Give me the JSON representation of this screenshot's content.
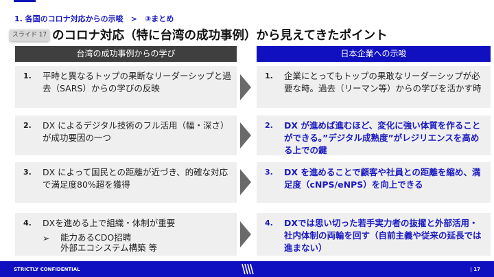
{
  "breadcrumb": "1. 各国のコロナ対応からの示唆　>　③まとめ",
  "title": "のコロナ対応（特に台湾の成功事例）から見えてきたポイント",
  "slide_badge": "スライド 17",
  "left_header": "台湾の成功事例からの学び",
  "right_header": "日本企業への示唆",
  "left": [
    {
      "num": "1.",
      "text": "平時と異なるトップの果断なリーダーシップと過去（SARS）からの学びの反映"
    },
    {
      "num": "2.",
      "text": "DX によるデジタル技術のフル活用（幅・深さ）が成功要因の一つ"
    },
    {
      "num": "3.",
      "text": "DX によって国民との距離が近づき、的確な対応で満足度80%超を獲得"
    },
    {
      "num": "4.",
      "text": "DXを進める上で組織・体制が重要",
      "sub_bullet": "➢",
      "sub_text": "能力あるCDO招聘\n外部エコシステム構築 等"
    }
  ],
  "right": [
    {
      "num": "1.",
      "text": "企業にとってもトップの果敢なリーダーシップが必要な時。過去（リーマン等）からの学びを活かす時"
    },
    {
      "num": "2.",
      "text": "DX が進めば進むほど、変化に強い体質を作ることができる。”デジタル成熟度”がレジリエンスを高める上での鍵"
    },
    {
      "num": "3.",
      "text": "DX を進めることで顧客や社員との距離を縮め、満足度（cNPS/eNPS）を向上できる"
    },
    {
      "num": "4.",
      "text": "DXでは思い切った若手実力者の抜擢と外部活用・社内体制の両輪を回す（自前主義や従来の延長では進まない）"
    }
  ],
  "footer": {
    "confidential": "STRICTLY CONFIDENTIAL",
    "page": "| 17"
  },
  "colors": {
    "brand": "#1010c0",
    "left_header": "#3f3f3f",
    "box": "#efefef",
    "arrow": "#6a6a6a"
  }
}
